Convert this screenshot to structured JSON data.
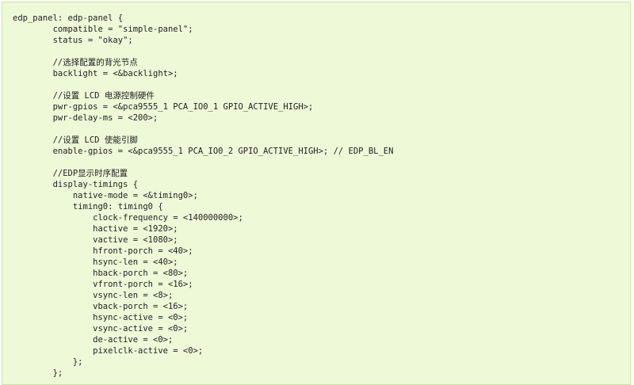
{
  "code": {
    "lines": [
      "edp_panel: edp-panel {",
      "        compatible = \"simple-panel\";",
      "        status = \"okay\";",
      "",
      "        //选择配置的背光节点",
      "        backlight = <&backlight>;",
      "",
      "        //设置 LCD 电源控制硬件",
      "        pwr-gpios = <&pca9555_1 PCA_IO0_1 GPIO_ACTIVE_HIGH>;",
      "        pwr-delay-ms = <200>;",
      "",
      "        //设置 LCD 使能引脚",
      "        enable-gpios = <&pca9555_1 PCA_IO0_2 GPIO_ACTIVE_HIGH>; // EDP_BL_EN",
      "",
      "        //EDP显示时序配置",
      "        display-timings {",
      "            native-mode = <&timing0>;",
      "            timing0: timing0 {",
      "                clock-frequency = <140000000>;",
      "                hactive = <1920>;",
      "                vactive = <1080>;",
      "                hfront-porch = <40>;",
      "                hsync-len = <40>;",
      "                hback-porch = <80>;",
      "                vfront-porch = <16>;",
      "                vsync-len = <8>;",
      "                vback-porch = <16>;",
      "                hsync-active = <0>;",
      "                vsync-active = <0>;",
      "                de-active = <0>;",
      "                pixelclk-active = <0>;",
      "            };",
      "        };"
    ]
  }
}
